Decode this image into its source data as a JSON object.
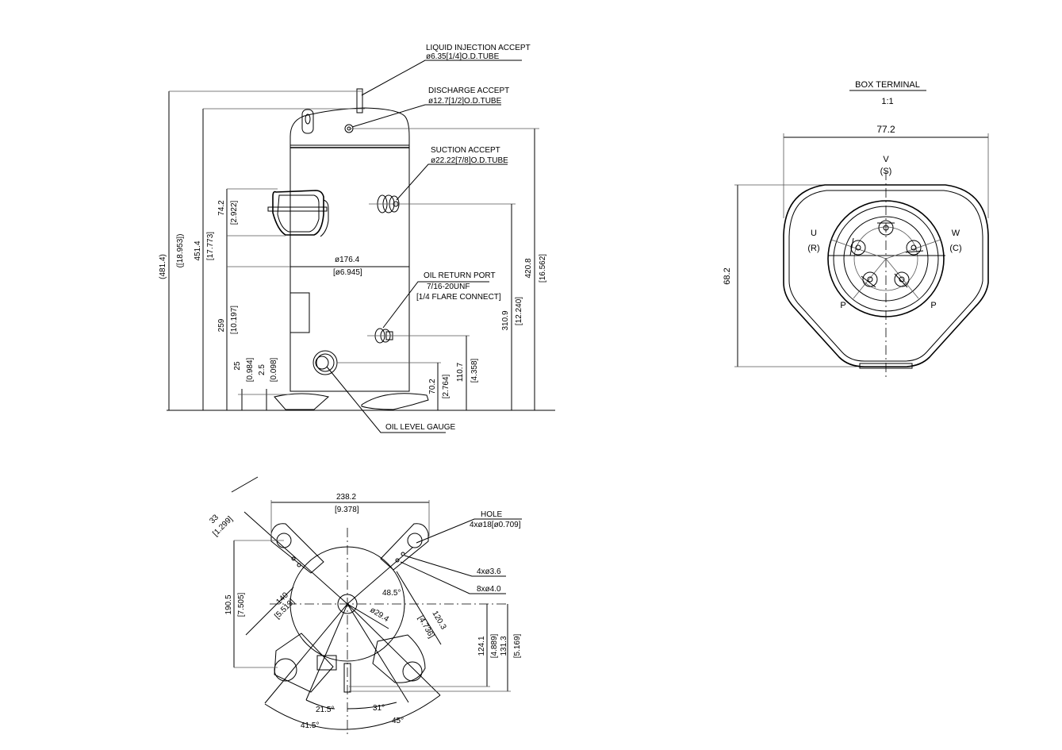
{
  "side_view": {
    "callouts": {
      "liquid_injection": {
        "title": "LIQUID INJECTION ACCEPT",
        "spec": "ø6.35[1/4]O.D.TUBE"
      },
      "discharge": {
        "title": "DISCHARGE ACCEPT",
        "spec": "ø12.7[1/2]O.D.TUBE"
      },
      "suction": {
        "title": "SUCTION ACCEPT",
        "spec": "ø22.22[7/8]O.D.TUBE"
      },
      "oil_return": {
        "title": "OIL RETURN PORT",
        "spec1": "7/16-20UNF",
        "spec2": "[1/4 FLARE CONNECT]"
      },
      "oil_level": {
        "title": "OIL LEVEL GAUGE"
      }
    },
    "dims": {
      "overall_height": "(481.4)",
      "overall_height_in": "([18.953])",
      "shell_height": "451.4",
      "shell_height_in": "[17.773]",
      "box_height": "74.2",
      "box_height_in": "[2.922]",
      "box_center": "259",
      "box_center_in": "[10.197]",
      "foot_height": "25",
      "foot_height_in": "[0.984]",
      "foot_thk": "2.5",
      "foot_thk_in": "[0.098]",
      "diameter": "ø176.4",
      "diameter_in": "[ø6.945]",
      "gauge_height": "70.2",
      "gauge_height_in": "[2.764]",
      "oil_return_height": "110.7",
      "oil_return_height_in": "[4.358]",
      "suction_height": "310.9",
      "suction_height_in": "[12.240]",
      "discharge_height": "420.8",
      "discharge_height_in": "[16.562]"
    }
  },
  "bottom_view": {
    "callouts": {
      "hole_title": "HOLE",
      "hole_spec": "4xø18[ø0.709]",
      "small_holes_a": "4xø3.6",
      "small_holes_b": "8xø4.0"
    },
    "dims": {
      "width": "238.2",
      "width_in": "[9.378]",
      "foot_width": "33",
      "foot_width_in": "[1.299]",
      "depth": "190.5",
      "depth_in": "[7.505]",
      "radius_a": "140",
      "radius_a_in": "[5.513]",
      "radius_b": "120.3",
      "radius_b_in": "[4.736]",
      "center_dia": "ø29.4",
      "angle_top": "48.5°",
      "offset_a": "124.1",
      "offset_a_in": "[4.889]",
      "offset_b": "131.3",
      "offset_b_in": "[5.169]",
      "angle_215": "21.5°",
      "angle_31": "31°",
      "angle_415": "41.5°",
      "angle_45": "45°"
    }
  },
  "terminal_box": {
    "title": "BOX TERMINAL",
    "scale": "1:1",
    "width": "77.2",
    "height": "68.2",
    "labels": {
      "v": "V",
      "s": "(S)",
      "u": "U",
      "r": "(R)",
      "w": "W",
      "c": "(C)",
      "p_left": "P",
      "p_right": "P"
    }
  }
}
